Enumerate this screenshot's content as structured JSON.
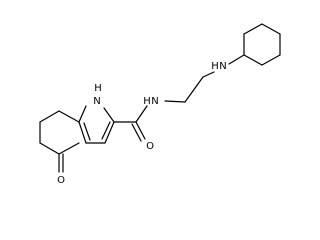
{
  "molecule": {
    "atoms": {
      "nh_indole": "H",
      "n_indole": "N",
      "amide_n": "N",
      "amide_nh": "H",
      "cy_nh": "H",
      "cy_n": "N",
      "amide_o": "O",
      "ketone_o": "O"
    }
  }
}
